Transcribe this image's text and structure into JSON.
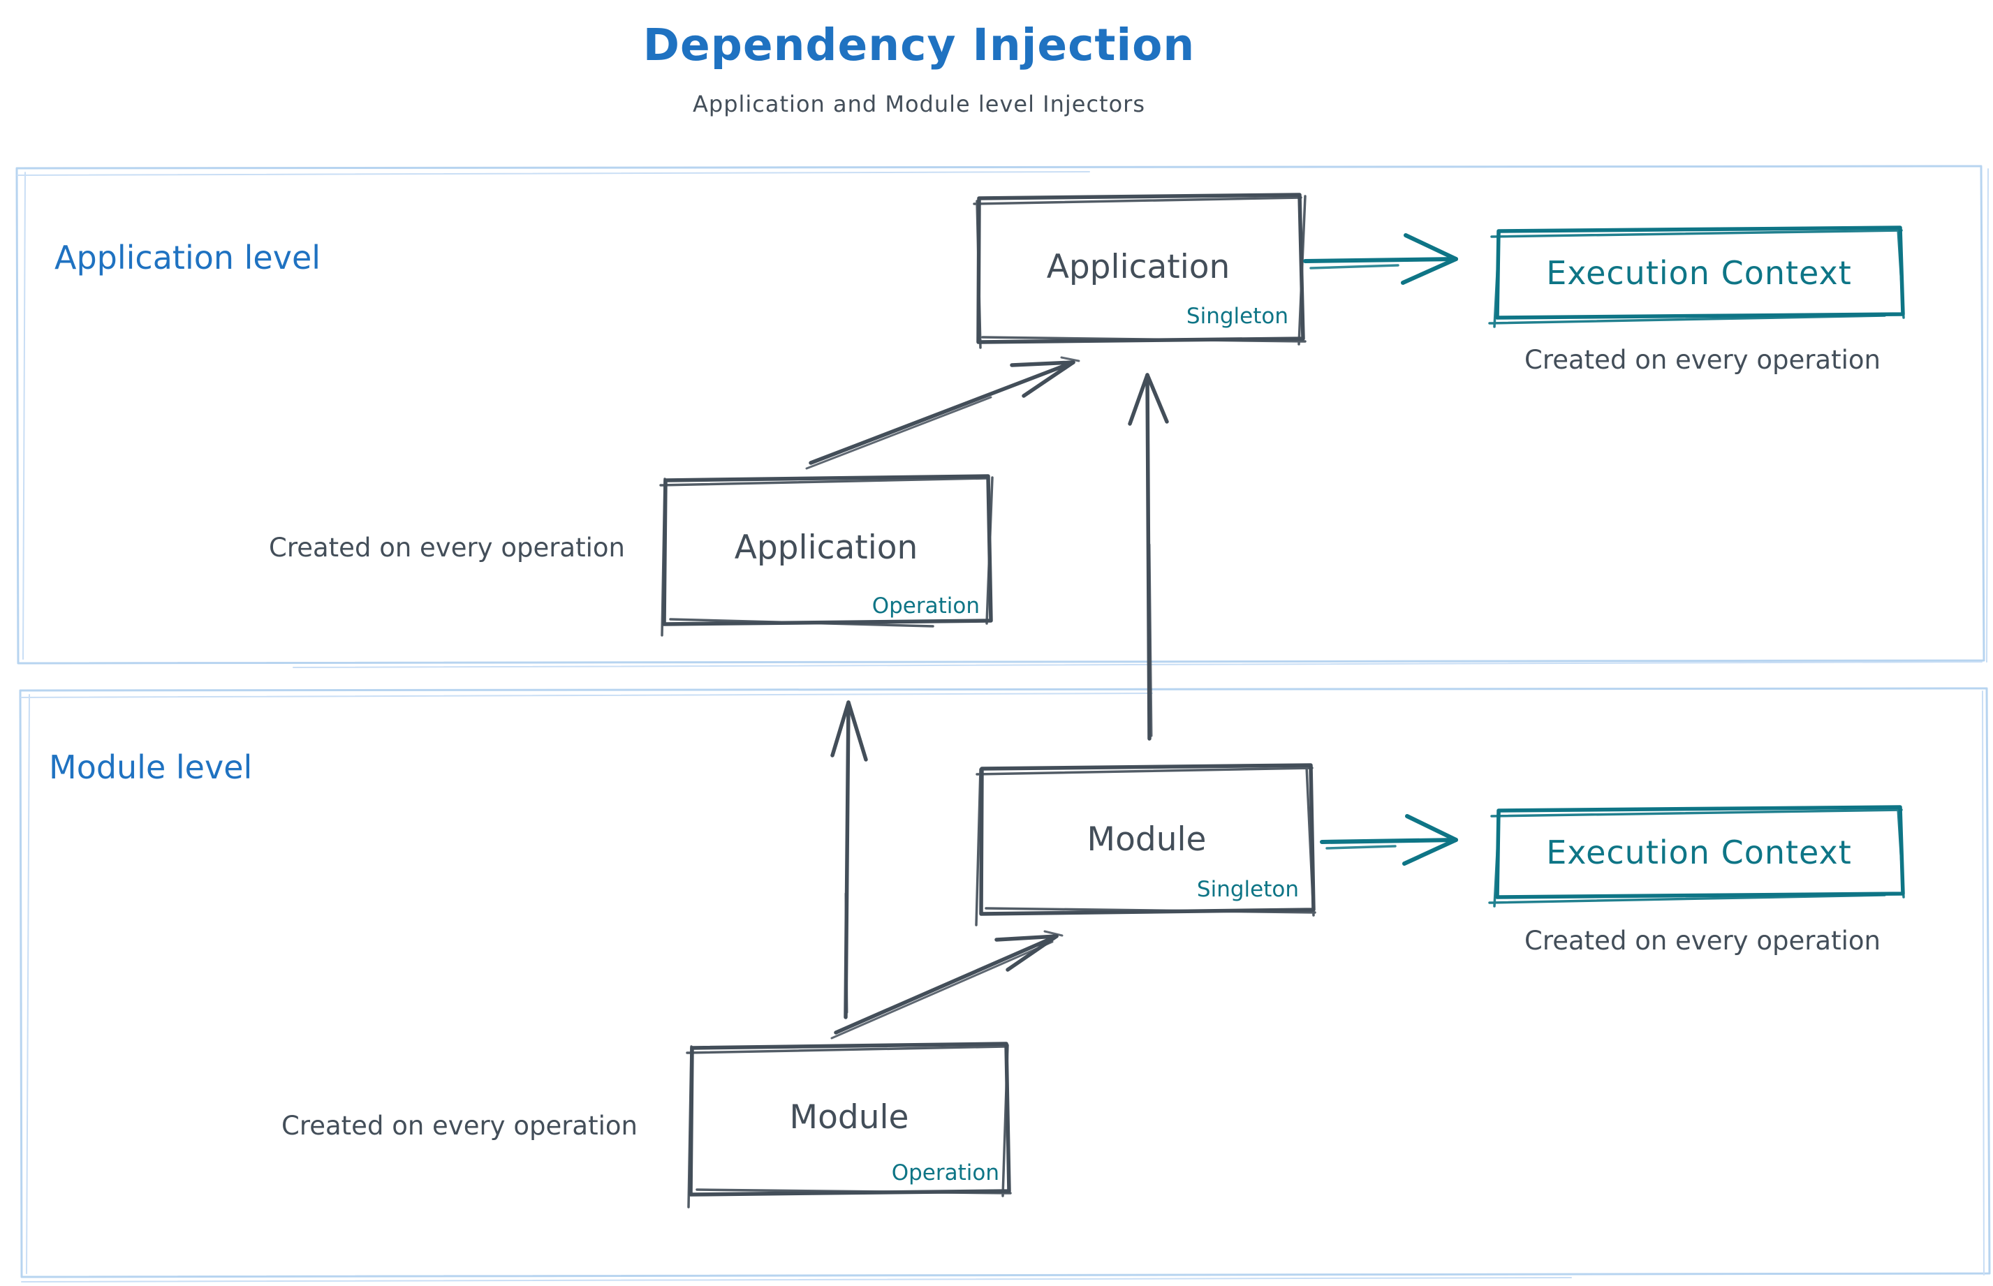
{
  "title": "Dependency Injection",
  "subtitle": "Application and Module level Injectors",
  "application_level": {
    "label": "Application level",
    "singleton_box": {
      "title": "Application",
      "scope": "Singleton"
    },
    "operation_box": {
      "title": "Application",
      "scope": "Operation"
    },
    "operation_caption": "Created on every operation",
    "execution_box": {
      "title": "Execution Context"
    },
    "execution_caption": "Created on every operation"
  },
  "module_level": {
    "label": "Module level",
    "singleton_box": {
      "title": "Module",
      "scope": "Singleton"
    },
    "operation_box": {
      "title": "Module",
      "scope": "Operation"
    },
    "operation_caption": "Created on every operation",
    "execution_box": {
      "title": "Execution Context"
    },
    "execution_caption": "Created on every operation"
  },
  "colors": {
    "heading_blue": "#1f72c1",
    "ink": "#434e59",
    "teal": "#0e7586",
    "frame_blue": "#b7d4f0"
  }
}
